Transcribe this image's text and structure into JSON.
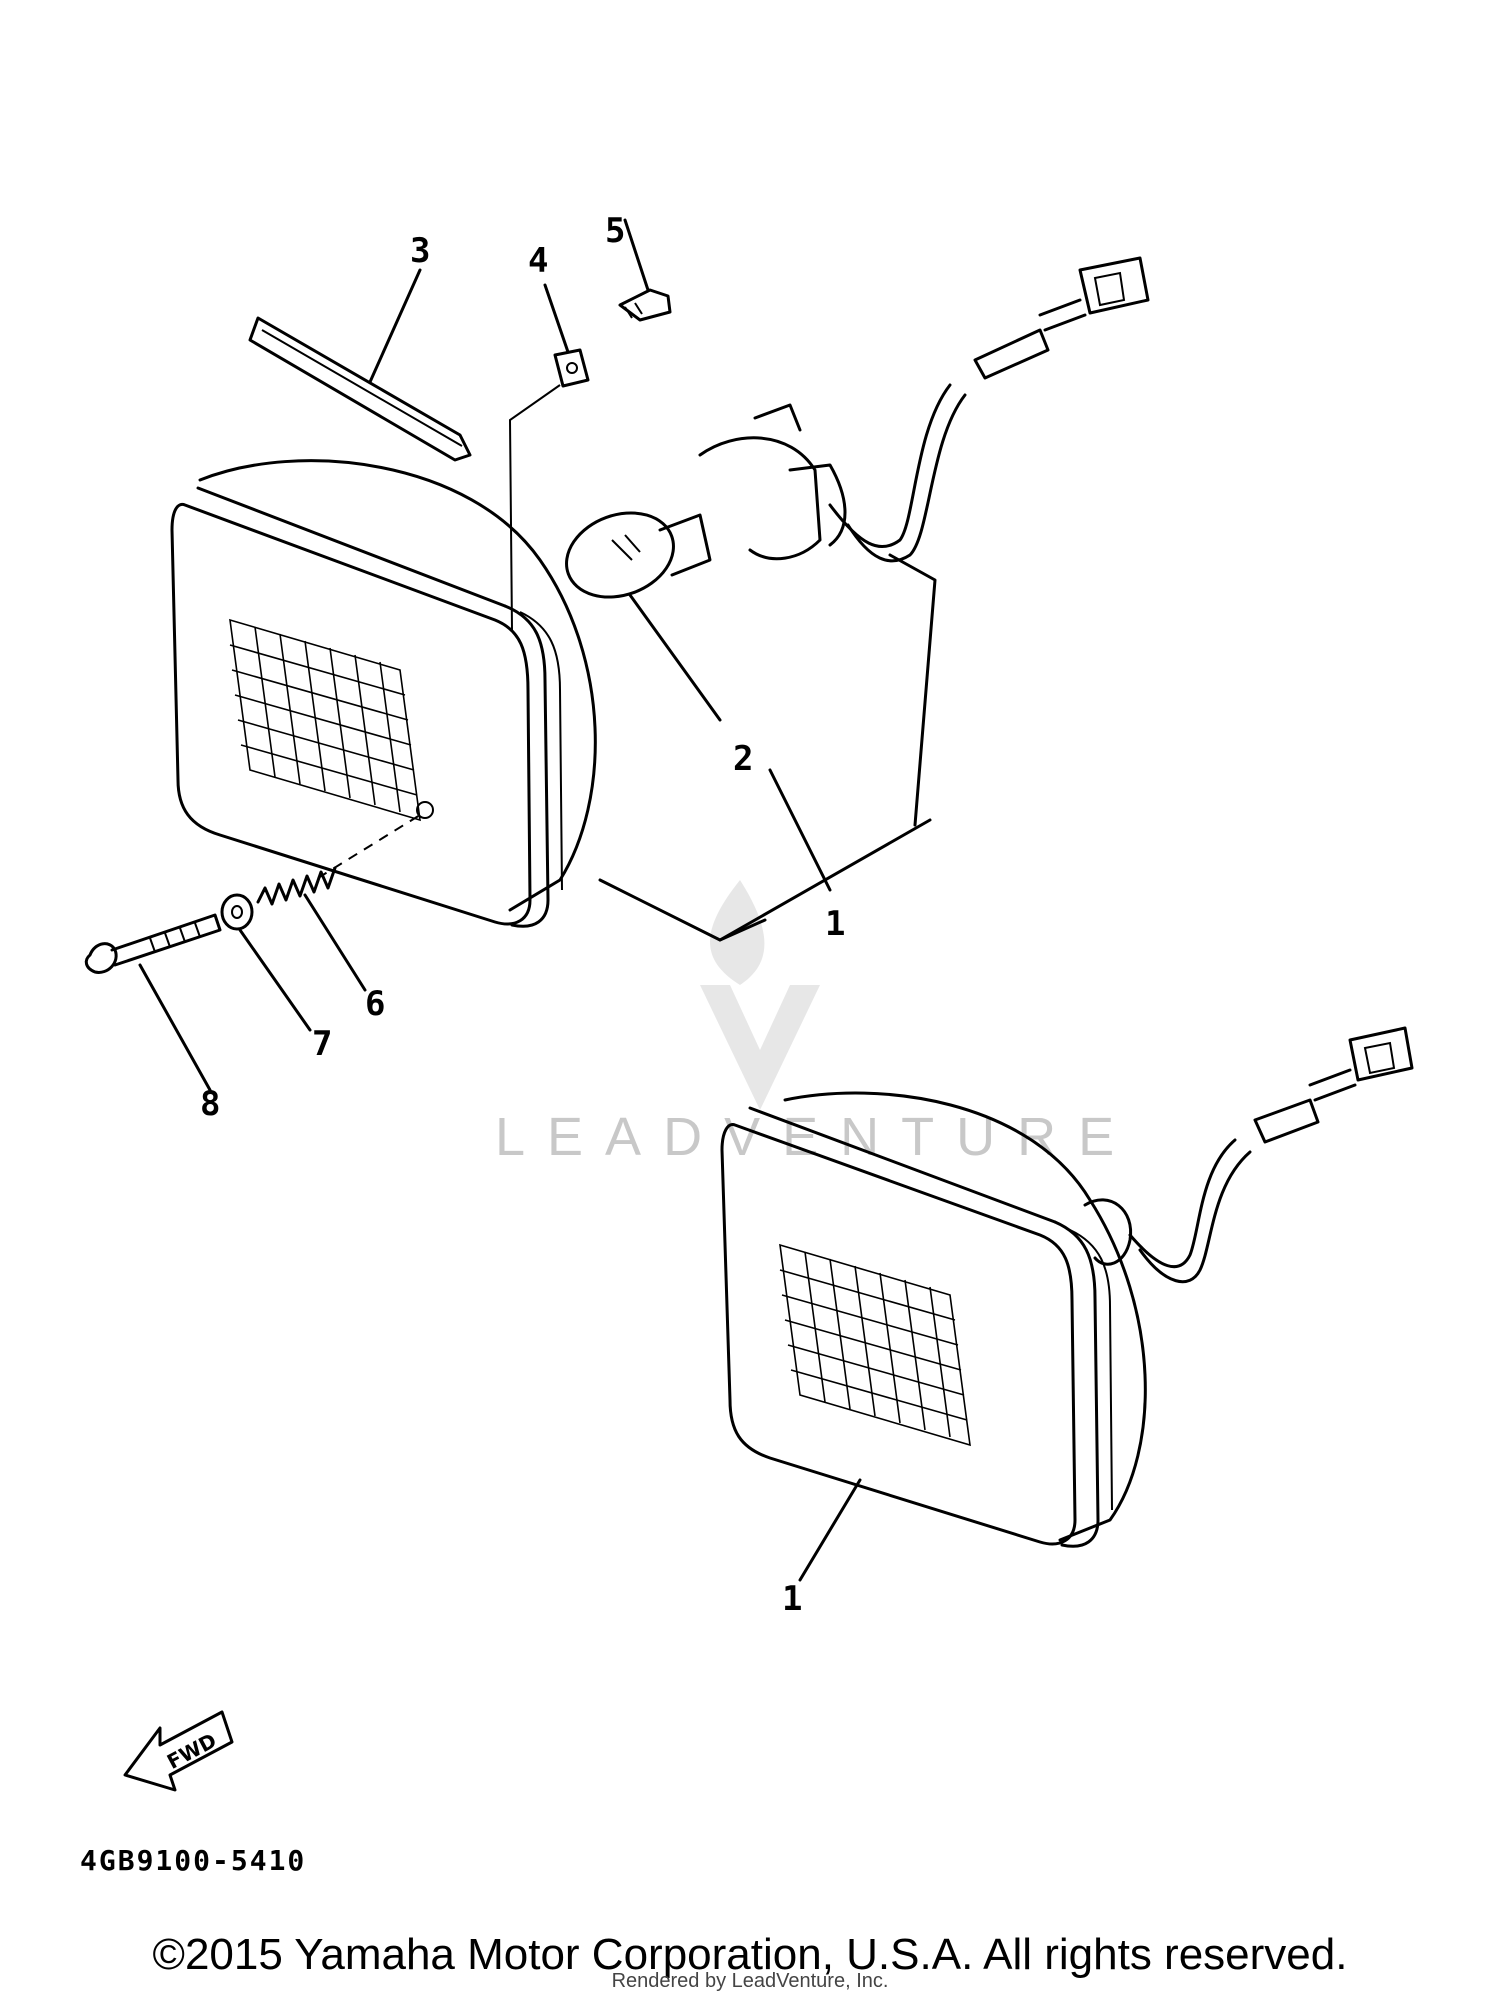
{
  "callouts": {
    "c1": "1",
    "c2": "2",
    "c3": "3",
    "c4": "4",
    "c5": "5",
    "c6": "6",
    "c7": "7",
    "c8": "8",
    "c1b": "1"
  },
  "fwd_label": "FWD",
  "part_number": "4GB9100-5410",
  "watermark": "LEADVENTURE",
  "copyright": "©2015 Yamaha Motor Corporation, U.S.A. All rights reserved.",
  "rendered_by": "Rendered by LeadVenture, Inc."
}
